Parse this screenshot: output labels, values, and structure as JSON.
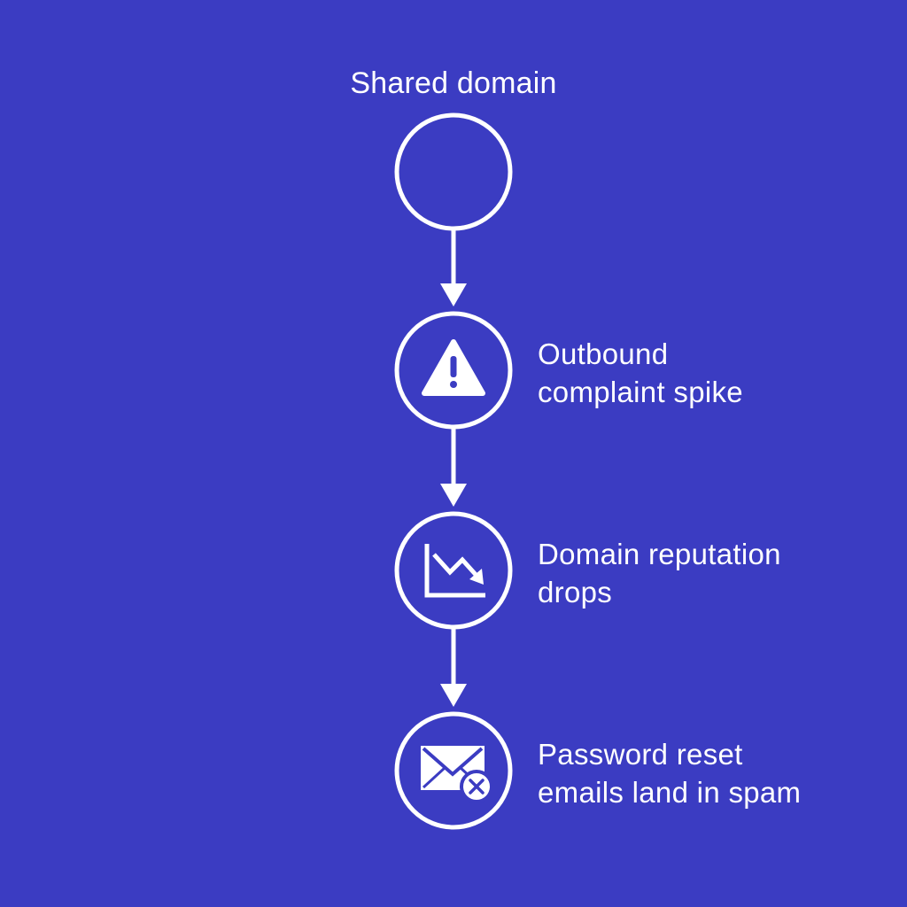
{
  "diagram": {
    "title": "Shared domain",
    "background_color": "#3b3cc2",
    "foreground_color": "#ffffff",
    "nodes": [
      {
        "icon": "empty-circle",
        "label_lines": []
      },
      {
        "icon": "warning-icon",
        "label_lines": [
          "Outbound",
          "complaint spike"
        ]
      },
      {
        "icon": "trend-down-icon",
        "label_lines": [
          "Domain reputation",
          "drops"
        ]
      },
      {
        "icon": "mail-error-icon",
        "label_lines": [
          "Password reset",
          "emails land in spam"
        ]
      }
    ]
  }
}
